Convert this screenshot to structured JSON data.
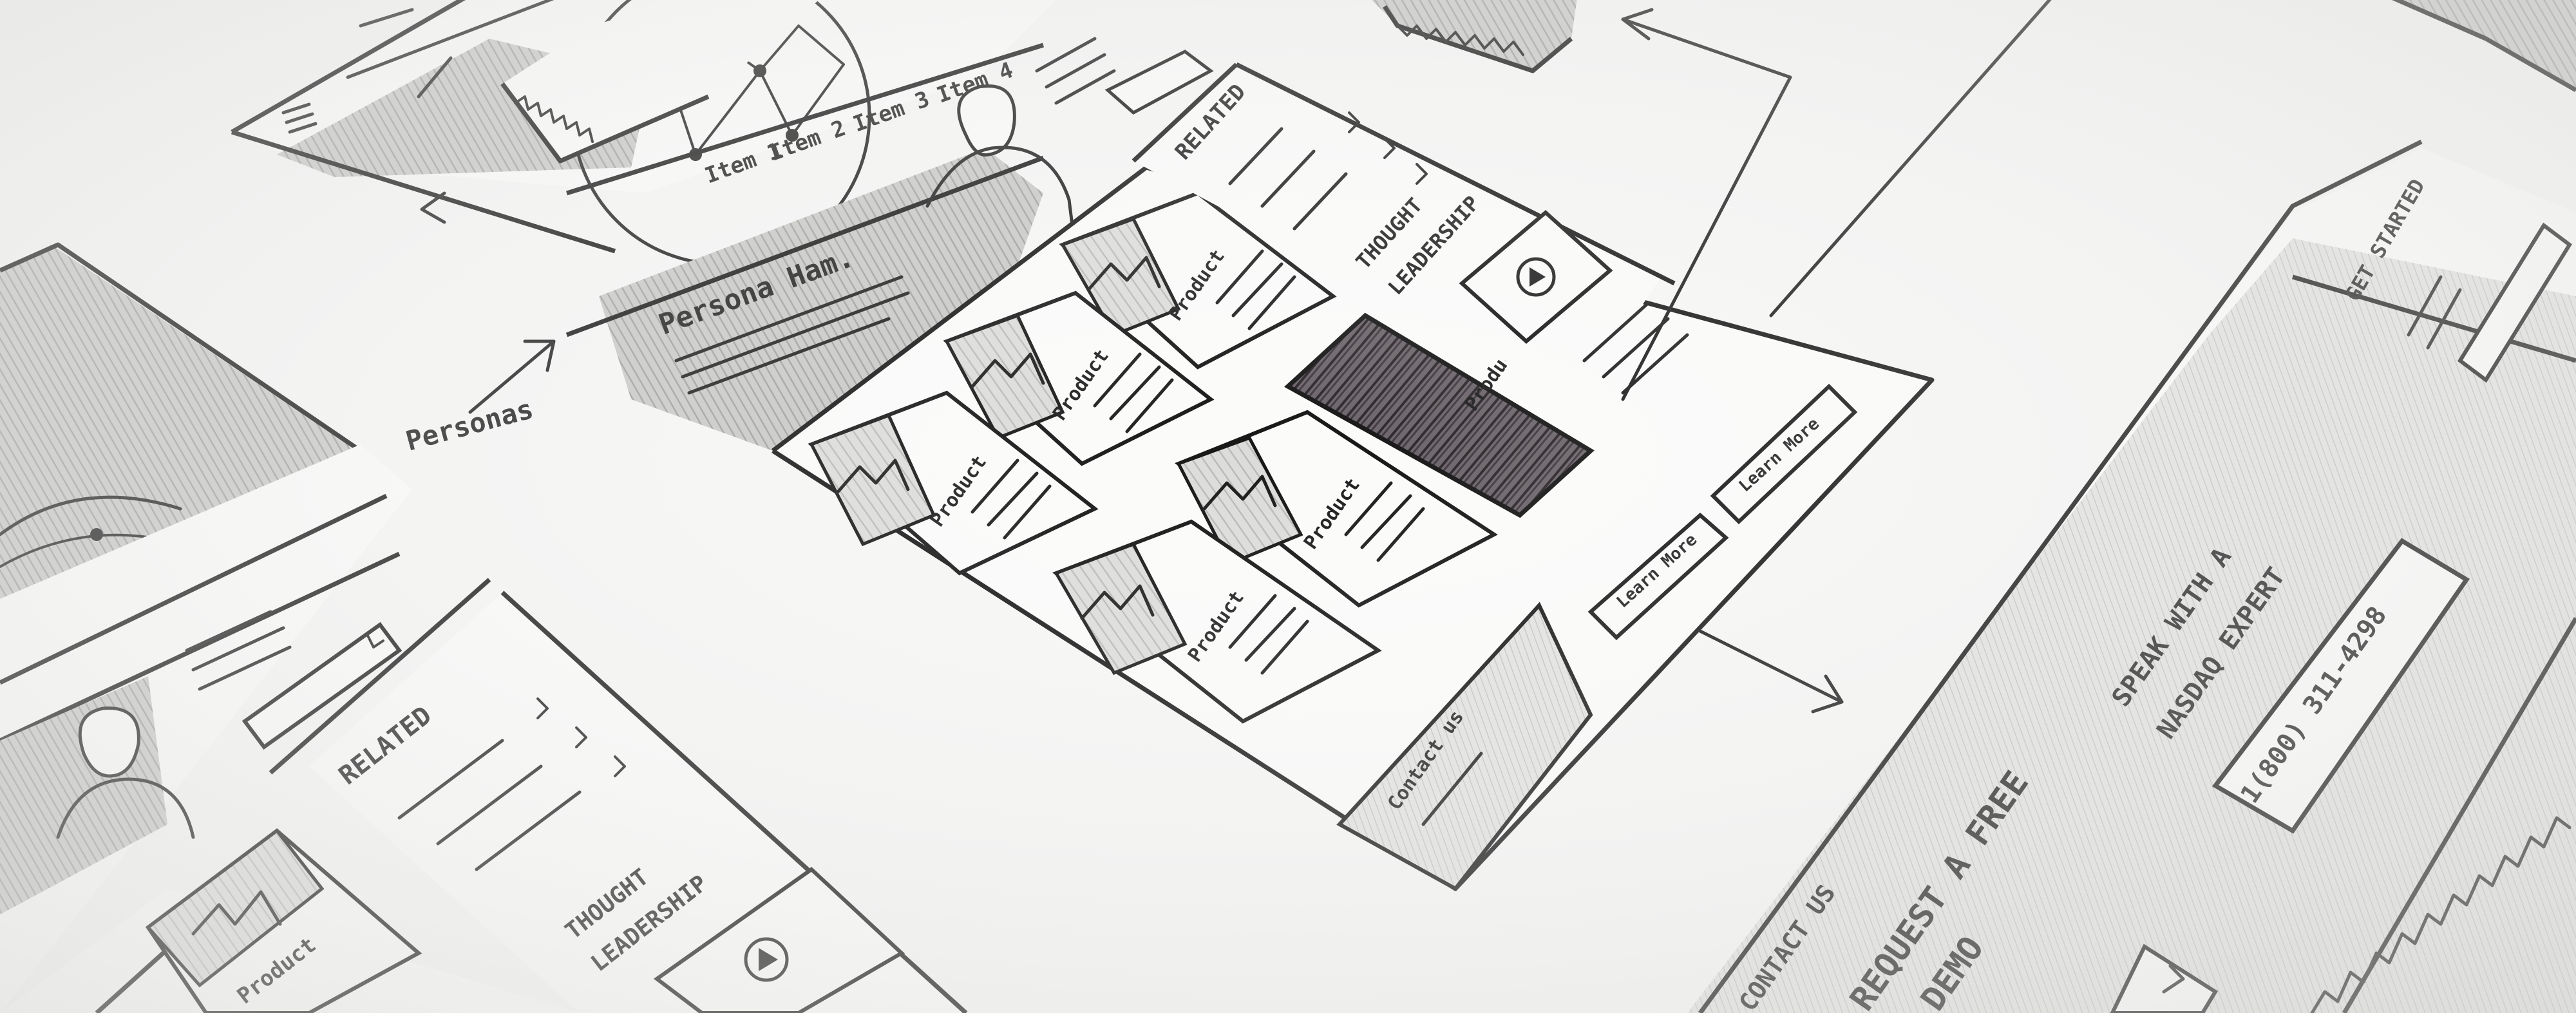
{
  "colors": {
    "paper": "#fbfbfa",
    "ink": "#1a1a1a",
    "shade_light": "#cfcfcd",
    "shade_mid": "#a9a9a7",
    "shade_dark": "#4a4349"
  },
  "main_sketch": {
    "label_personas": "Personas",
    "hero_caption": "Persona Ham.",
    "nav_items": [
      "Item 1",
      "Item 2",
      "Item 3",
      "Item 4"
    ],
    "related_heading": "RELATED",
    "thought_heading_1": "THOUGHT",
    "thought_heading_2": "LEADERSHIP",
    "product_labels": [
      "Product",
      "Product",
      "Product",
      "Product",
      "Product",
      "Product"
    ],
    "button_labels": [
      "Learn More",
      "Learn More"
    ],
    "contact_label": "Contact us"
  },
  "left_sketch": {
    "related_heading": "RELATED",
    "thought_heading_1": "THOUGHT",
    "thought_heading_2": "LEADERSHIP",
    "product_label": "Product"
  },
  "right_sketch": {
    "cta_line_1": "SPEAK WITH A",
    "cta_line_2": "NASDAQ EXPERT",
    "phone": "1(800) 311-4298",
    "request_line_1": "REQUEST A FREE",
    "request_line_2": "DEMO",
    "contact_us": "CONTACT US",
    "top_heading": "GET STARTED"
  },
  "icons": {
    "hamburger": "hamburger-menu-icon",
    "image_placeholder": "mountain-image-icon",
    "play": "play-button-icon",
    "person": "person-silhouette-icon",
    "arrow": "arrow-icon"
  }
}
